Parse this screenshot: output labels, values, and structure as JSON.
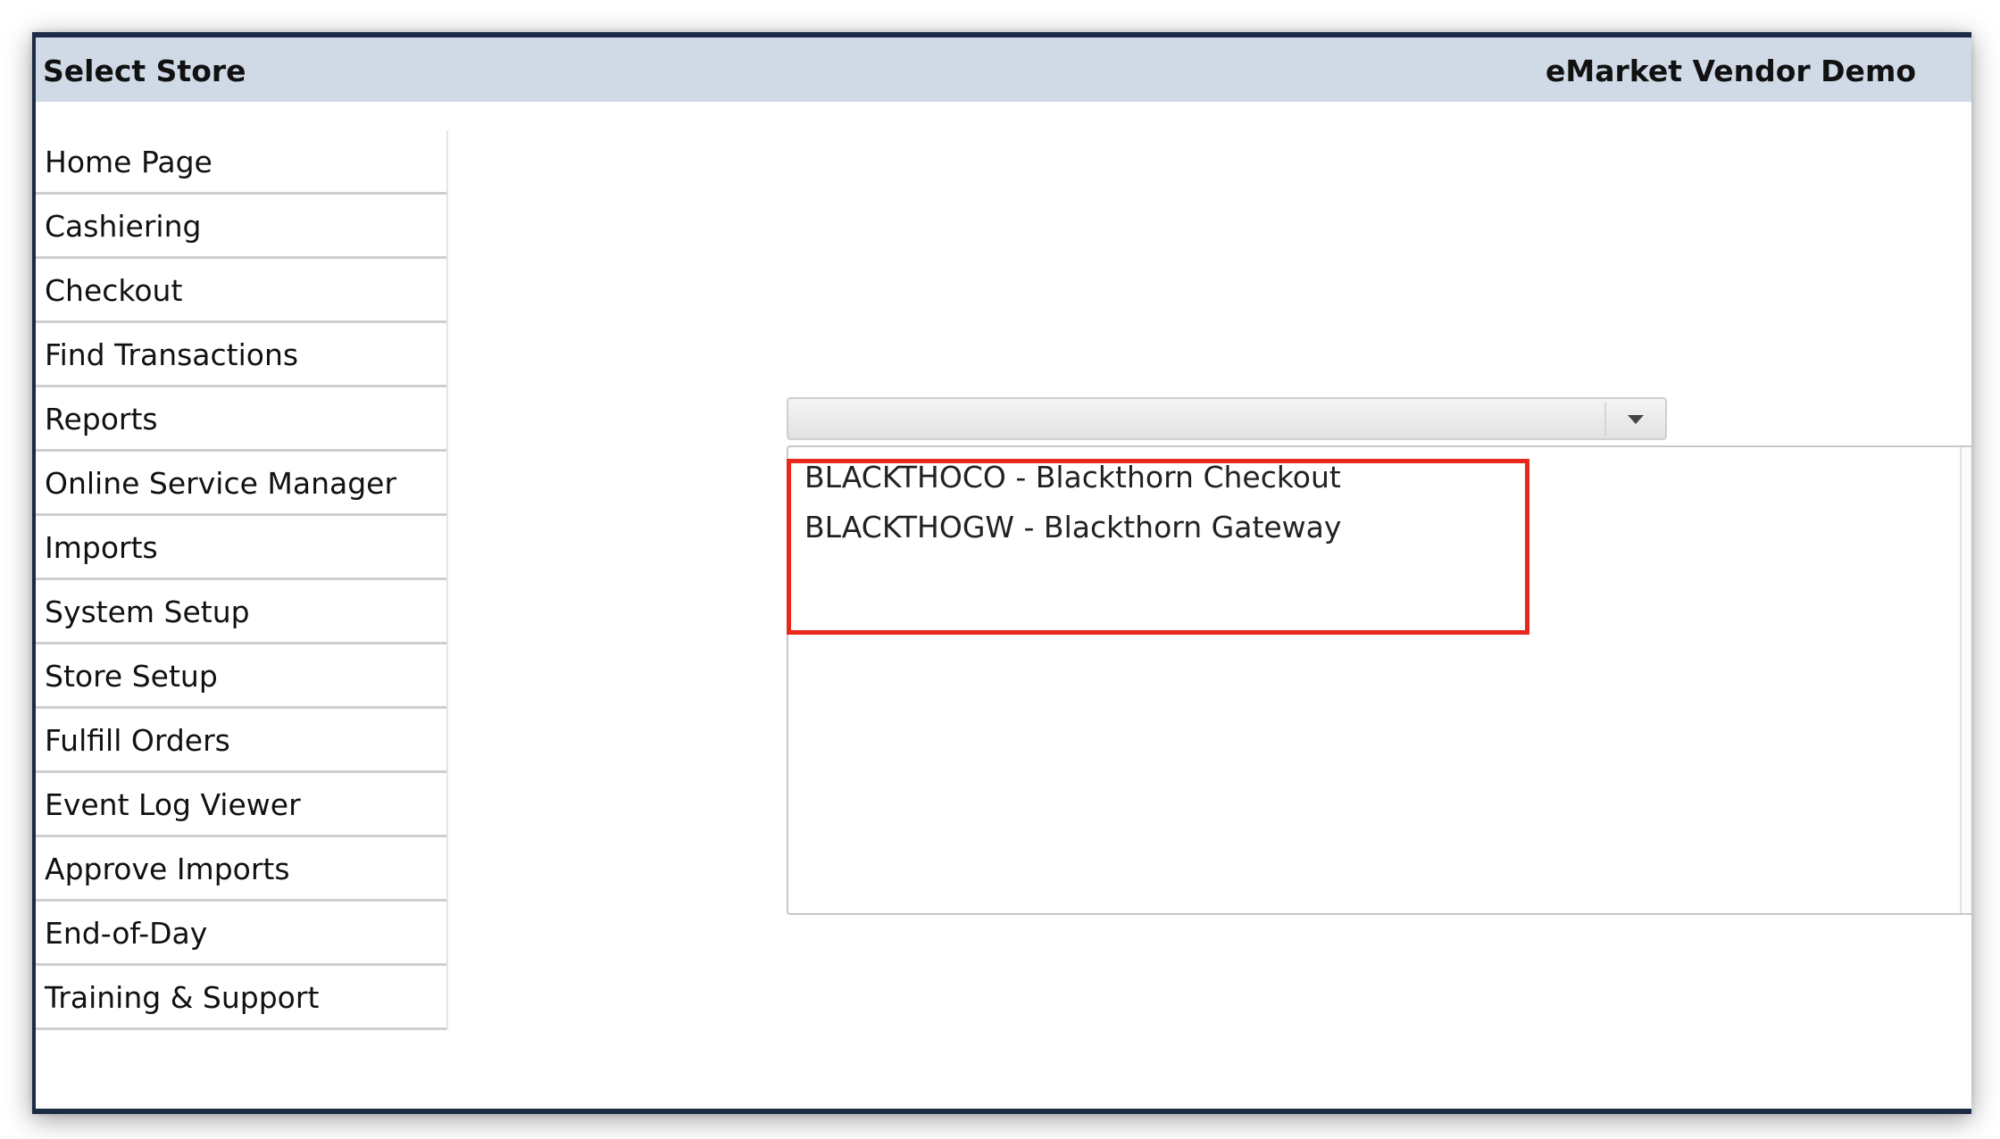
{
  "header": {
    "title": "Select Store",
    "app_name": "eMarket Vendor Demo"
  },
  "sidebar": {
    "items": [
      {
        "label": "Home Page"
      },
      {
        "label": "Cashiering"
      },
      {
        "label": "Checkout"
      },
      {
        "label": "Find Transactions"
      },
      {
        "label": "Reports"
      },
      {
        "label": "Online Service Manager"
      },
      {
        "label": "Imports"
      },
      {
        "label": "System Setup"
      },
      {
        "label": "Store Setup"
      },
      {
        "label": "Fulfill Orders"
      },
      {
        "label": "Event Log Viewer"
      },
      {
        "label": "Approve Imports"
      },
      {
        "label": "End-of-Day"
      },
      {
        "label": "Training & Support"
      }
    ]
  },
  "store_select": {
    "selected_value": "",
    "icon": "chevron-down-icon",
    "options": [
      {
        "label": "BLACKTHOCO - Blackthorn Checkout"
      },
      {
        "label": "BLACKTHOGW - Blackthorn Gateway"
      }
    ]
  },
  "annotation": {
    "color": "#e8281c"
  },
  "colors": {
    "titlebar": "#d0dae6",
    "frame": "#1c2b45"
  }
}
